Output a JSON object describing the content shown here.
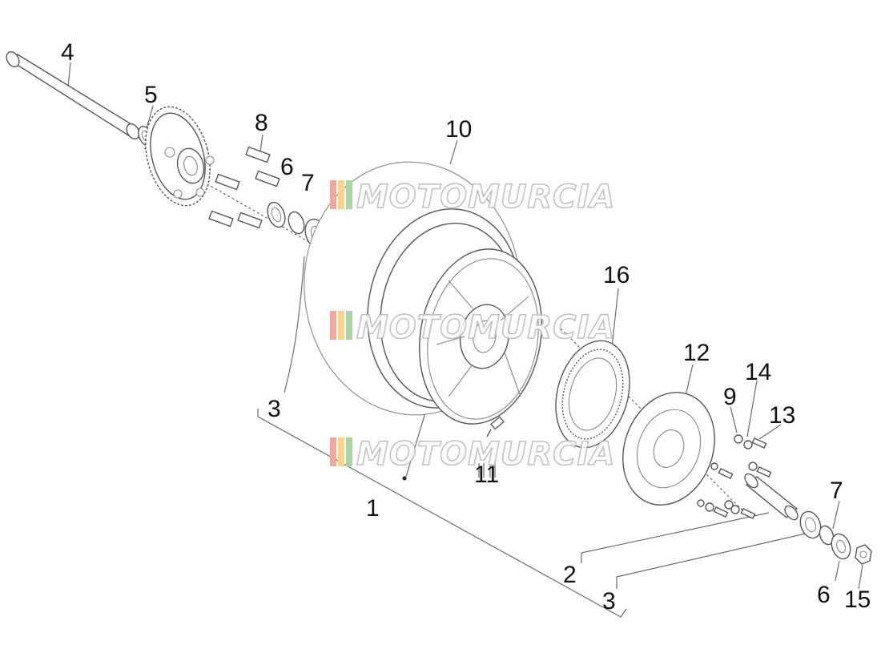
{
  "watermark": {
    "text": "MOTOMURCIA",
    "colors": [
      "#f2a6a0",
      "#f6d58a",
      "#a8d8a0"
    ]
  },
  "callouts": {
    "axle": "4",
    "axle_bearing_small": "5",
    "stud": "8",
    "seal_left": "6",
    "bearing_left": "7",
    "tyre": "10",
    "sensor_ring": "16",
    "brake_disc": "12",
    "washer": "9",
    "nut_small": "14",
    "bolt": "13",
    "wheel_assembly_left": "3",
    "wheel_complete": "1",
    "valve": "11",
    "spacer": "2",
    "wheel_assembly_right": "3",
    "bearing_right": "7",
    "seal_right": "6",
    "axle_nut": "15"
  }
}
